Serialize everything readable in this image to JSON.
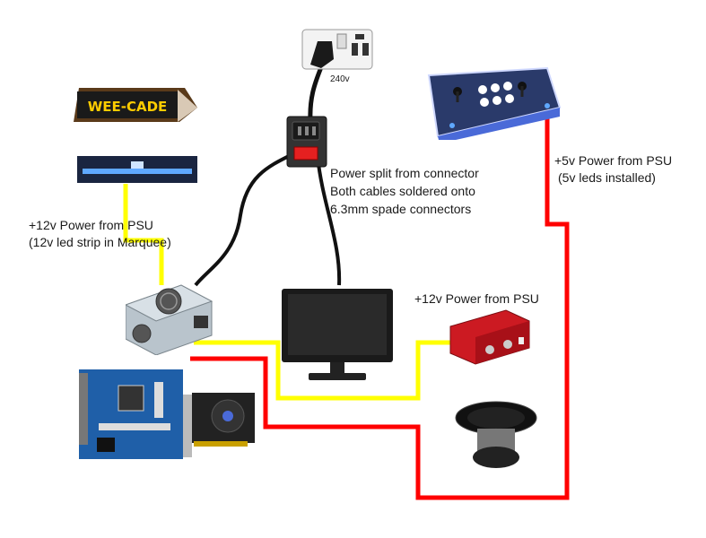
{
  "labels": {
    "voltage": "240v",
    "splitter_line1": "Power split from connector",
    "splitter_line2": "Both cables soldered onto",
    "splitter_line3": "6.3mm spade connectors",
    "controller_line1": "+5v Power from PSU",
    "controller_line2": "(5v leds installed)",
    "marquee_line1": "+12v Power from PSU",
    "marquee_line2": "(12v led strip in Marquee)",
    "amp_line1": "+12v Power from PSU"
  },
  "marquee_logo": "WEE-CADE",
  "colors": {
    "wire_black": "#111111",
    "wire_yellow": "#ffff00",
    "wire_red": "#ff0000",
    "psu_grey": "#b9c4cc",
    "amp_red": "#cc1a22",
    "board_blue": "#1f5fa8",
    "led_blue": "#5fa8ff"
  }
}
